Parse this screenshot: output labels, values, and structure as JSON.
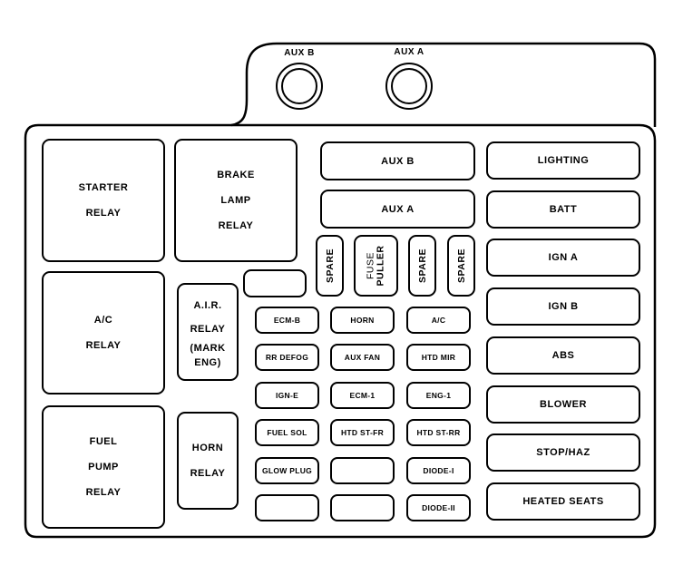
{
  "diagram": {
    "type": "fuse-box-layout",
    "top_connectors": [
      {
        "id": "aux-b",
        "label": "AUX B"
      },
      {
        "id": "aux-a",
        "label": "AUX A"
      }
    ],
    "relays": {
      "starter": [
        "STARTER",
        "RELAY"
      ],
      "brake_lamp": [
        "BRAKE",
        "LAMP",
        "RELAY"
      ],
      "ac": [
        "A/C",
        "RELAY"
      ],
      "fuel_pump": [
        "FUEL",
        "PUMP",
        "RELAY"
      ],
      "air": [
        "A.I.R.",
        "RELAY",
        "(MARK",
        "ENG)"
      ],
      "horn": [
        "HORN",
        "RELAY"
      ]
    },
    "aux_fuses": {
      "aux_b": "AUX B",
      "aux_a": "AUX A"
    },
    "vertical_slots": {
      "spare_1": "SPARE",
      "fuse_puller": [
        "FUSE",
        "PULLER"
      ],
      "spare_2": "SPARE",
      "spare_3": "SPARE"
    },
    "mini_fuses": {
      "r1": [
        "ECM-B",
        "HORN",
        "A/C"
      ],
      "r2": [
        "RR DEFOG",
        "AUX FAN",
        "HTD MIR"
      ],
      "r3": [
        "IGN-E",
        "ECM-1",
        "ENG-1"
      ],
      "r4": [
        "FUEL SOL",
        "HTD ST-FR",
        "HTD ST-RR"
      ],
      "r5": [
        "GLOW PLUG",
        "",
        "DIODE-I"
      ],
      "r6": [
        "",
        "",
        "DIODE-II"
      ]
    },
    "maxi_fuses": [
      "LIGHTING",
      "BATT",
      "IGN A",
      "IGN B",
      "ABS",
      "BLOWER",
      "STOP/HAZ",
      "HEATED SEATS"
    ],
    "colors": {
      "line": "#000000",
      "background": "#ffffff"
    }
  }
}
